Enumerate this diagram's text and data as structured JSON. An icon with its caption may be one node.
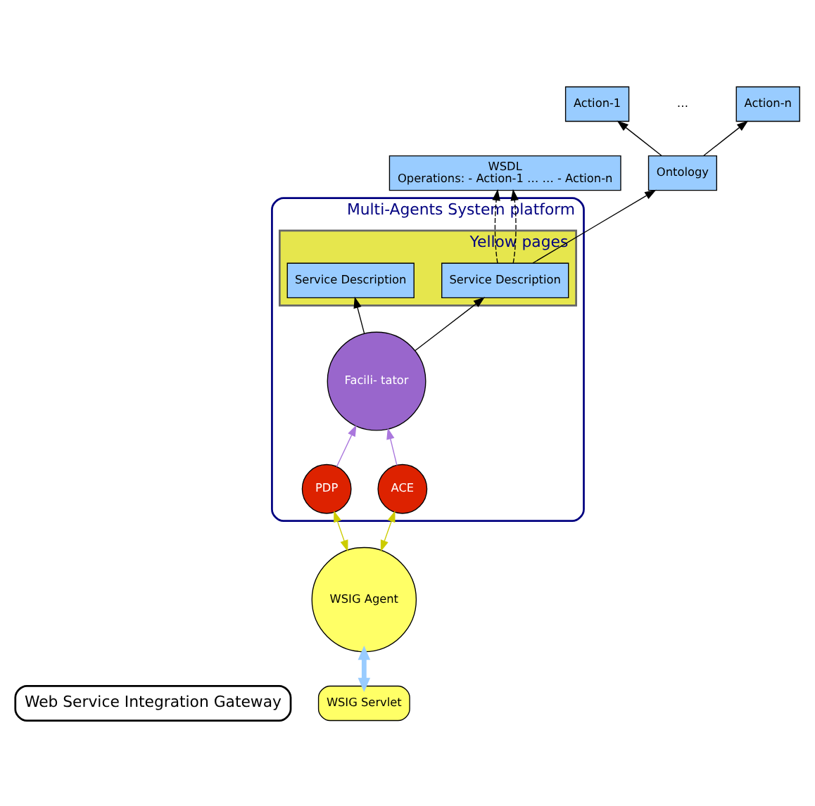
{
  "diagram": {
    "nodes": [
      {
        "text": [
          "Web Service Integration Gateway"
        ]
      },
      {
        "text": [
          "WSIG Servlet"
        ]
      },
      {
        "text": [
          "WSDL",
          "Operations: - Action-1 … … - Action-n"
        ]
      },
      {
        "text": [
          "Multi-Agents System platform"
        ]
      },
      {
        "text": [
          "WSIG Agent"
        ]
      },
      {
        "text": [
          "Action-1"
        ]
      },
      {
        "text": [
          "Action-n"
        ]
      },
      {
        "text": [
          "Ontology"
        ]
      },
      {
        "text": [
          "Yellow pages"
        ],
        "in": 3
      },
      {
        "text": [
          "Service Description"
        ],
        "in": 8
      },
      {
        "text": [
          "Service Description"
        ],
        "in": 8
      },
      {
        "text": [
          "ACE"
        ],
        "in": 3
      },
      {
        "text": [
          "PDP"
        ],
        "in": 3
      },
      {
        "text": [
          "Facili- tator"
        ],
        "in": 3
      }
    ],
    "edges": [
      {
        "from": 1,
        "to": 4,
        "arrow": "both",
        "style": "thick",
        "color": "#99ccff"
      },
      {
        "from": 4,
        "to": 11,
        "arrow": "both",
        "color": "#cccc00"
      },
      {
        "from": 4,
        "to": 12,
        "arrow": "both",
        "color": "#cccc00"
      },
      {
        "from": 11,
        "to": 13,
        "arrow": "to",
        "color": "#aa77dd"
      },
      {
        "from": 12,
        "to": 13,
        "arrow": "to",
        "color": "#aa77dd"
      },
      {
        "from": 13,
        "to": 9,
        "arrow": "to"
      },
      {
        "from": 13,
        "to": 10,
        "arrow": "to"
      },
      {
        "from": 9,
        "to": 7,
        "arrow": "to"
      },
      {
        "from": 7,
        "to": 5,
        "arrow": "to"
      },
      {
        "from": 7,
        "to": 6,
        "arrow": "to"
      },
      {
        "from": 9,
        "to": 2,
        "arrow": "to",
        "style": "dashed"
      },
      {
        "from": 9,
        "to": 2,
        "arrow": "to",
        "style": "dashed"
      }
    ],
    "labels": [
      "…"
    ]
  }
}
